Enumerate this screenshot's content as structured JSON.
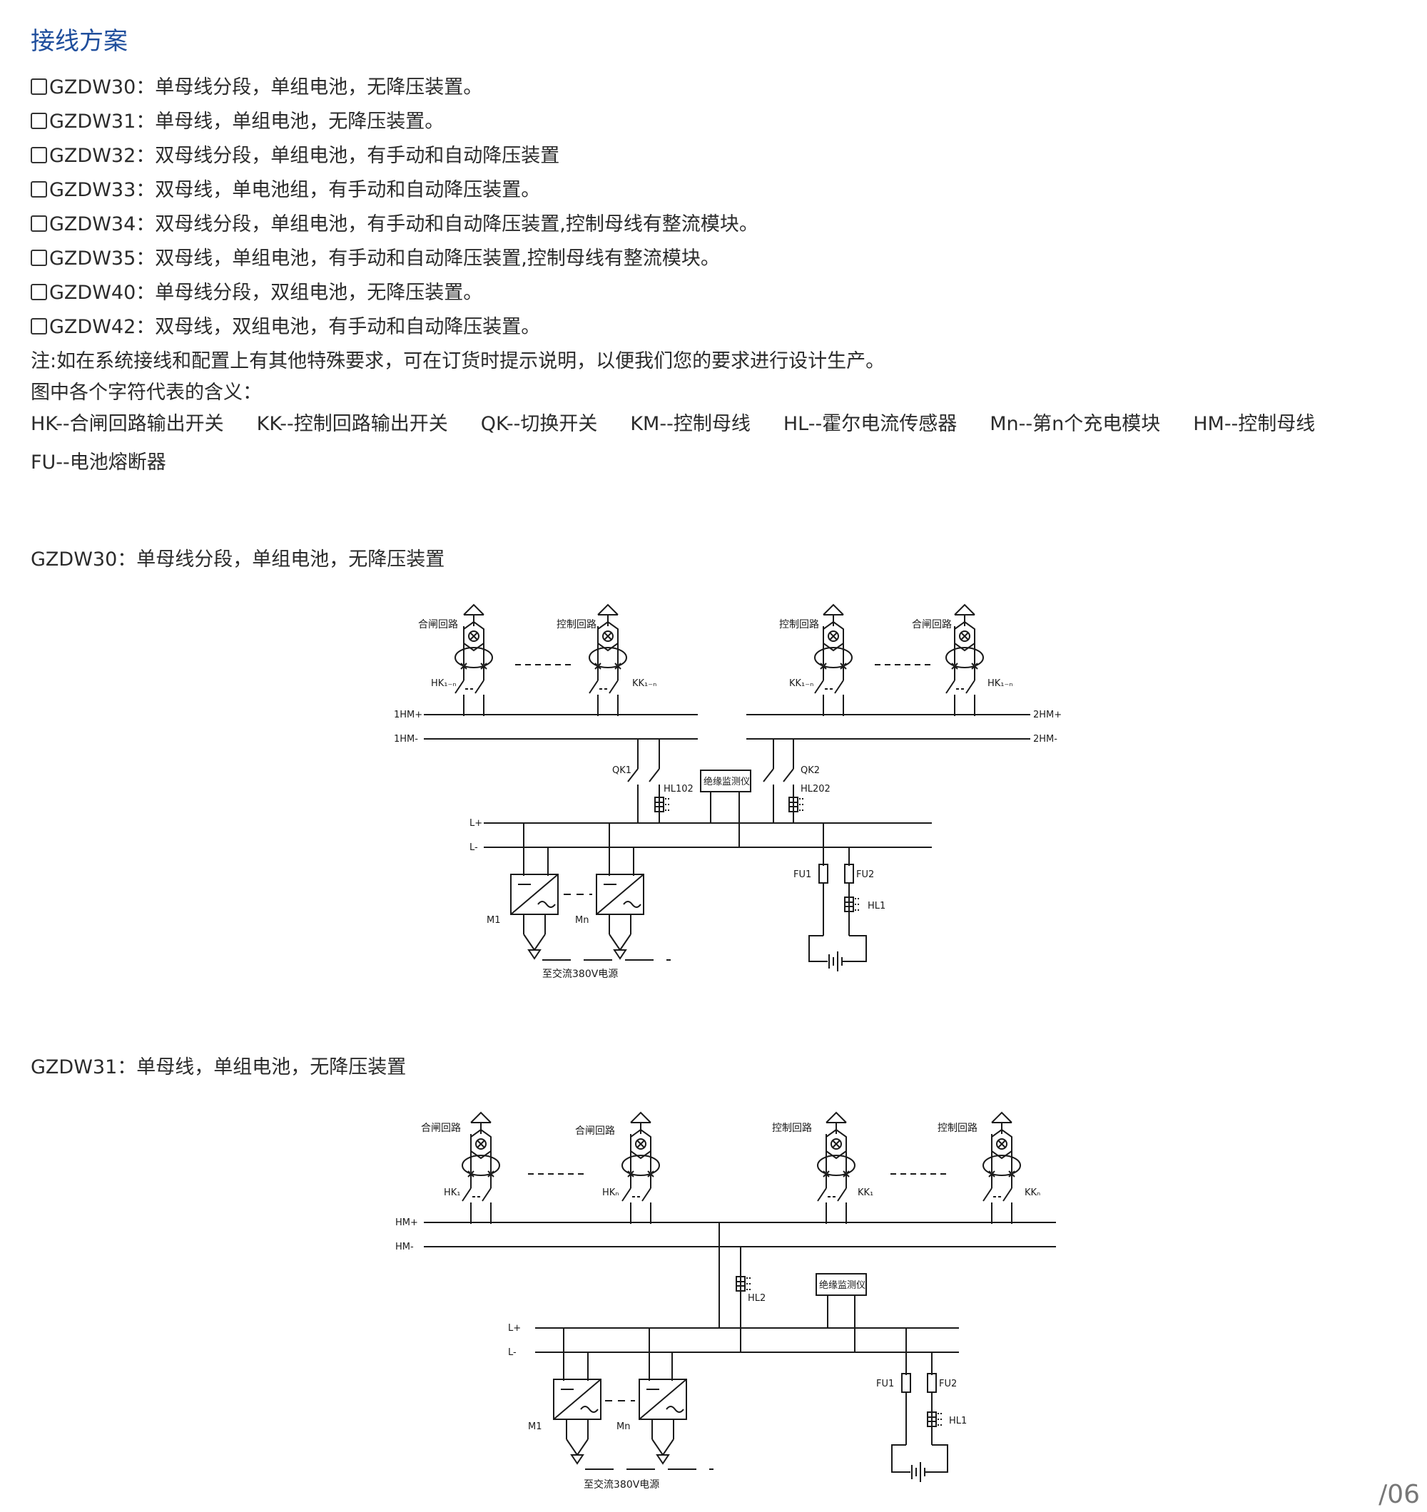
{
  "heading": "接线方案",
  "options": [
    "GZDW30：单母线分段，单组电池，无降压装置。",
    "GZDW31：单母线，单组电池，无降压装置。",
    "GZDW32：双母线分段，单组电池，有手动和自动降压装置",
    "GZDW33：双母线，单电池组，有手动和自动降压装置。",
    "GZDW34：双母线分段，单组电池，有手动和自动降压装置,控制母线有整流模块。",
    "GZDW35：双母线，单组电池，有手动和自动降压装置,控制母线有整流模块。",
    "GZDW40：单母线分段，双组电池，无降压装置。",
    "GZDW42：双母线，双组电池，有手动和自动降压装置。"
  ],
  "note": "注:如在系统接线和配置上有其他特殊要求，可在订货时提示说明，以便我们您的要求进行设计生产。",
  "legend_intro": "图中各个字符代表的含义：",
  "legend": [
    "HK--合闸回路输出开关",
    "KK--控制回路输出开关",
    "QK--切换开关",
    "KM--控制母线",
    "HL--霍尔电流传感器",
    "Mn--第n个充电模块",
    "HM--控制母线",
    "FU--电池熔断器"
  ],
  "diagram1": {
    "caption": "GZDW30：单母线分段，单组电池，无降压装置",
    "loop_labels": [
      "合闸回路",
      "控制回路",
      "控制回路",
      "合闸回路"
    ],
    "switch_labels": [
      "HK₁₋ₙ",
      "KK₁₋ₙ",
      "KK₁₋ₙ",
      "HK₁₋ₙ"
    ],
    "bus_left": [
      "1HM+",
      "1HM-"
    ],
    "bus_right": [
      "2HM+",
      "2HM-"
    ],
    "qk1": "QK1",
    "qk2": "QK2",
    "hl102": "HL102",
    "hl202": "HL202",
    "monitor": "绝缘监测仪",
    "dc_bus": [
      "L+",
      "L-"
    ],
    "modules": [
      "M1",
      "Mn"
    ],
    "fuses": [
      "FU1",
      "FU2"
    ],
    "hl1": "HL1",
    "ac_supply": "至交流380V电源"
  },
  "diagram2": {
    "caption": "GZDW31：单母线，单组电池，无降压装置",
    "loop_labels": [
      "合闸回路",
      "合闸回路",
      "控制回路",
      "控制回路"
    ],
    "switch_labels": [
      "HK₁",
      "HKₙ",
      "KK₁",
      "KKₙ"
    ],
    "bus": [
      "HM+",
      "HM-"
    ],
    "hl2": "HL2",
    "monitor": "绝缘监测仪",
    "dc_bus": [
      "L+",
      "L-"
    ],
    "modules": [
      "M1",
      "Mn"
    ],
    "fuses": [
      "FU1",
      "FU2"
    ],
    "hl1": "HL1",
    "ac_supply": "至交流380V电源"
  },
  "page_number": "/06"
}
